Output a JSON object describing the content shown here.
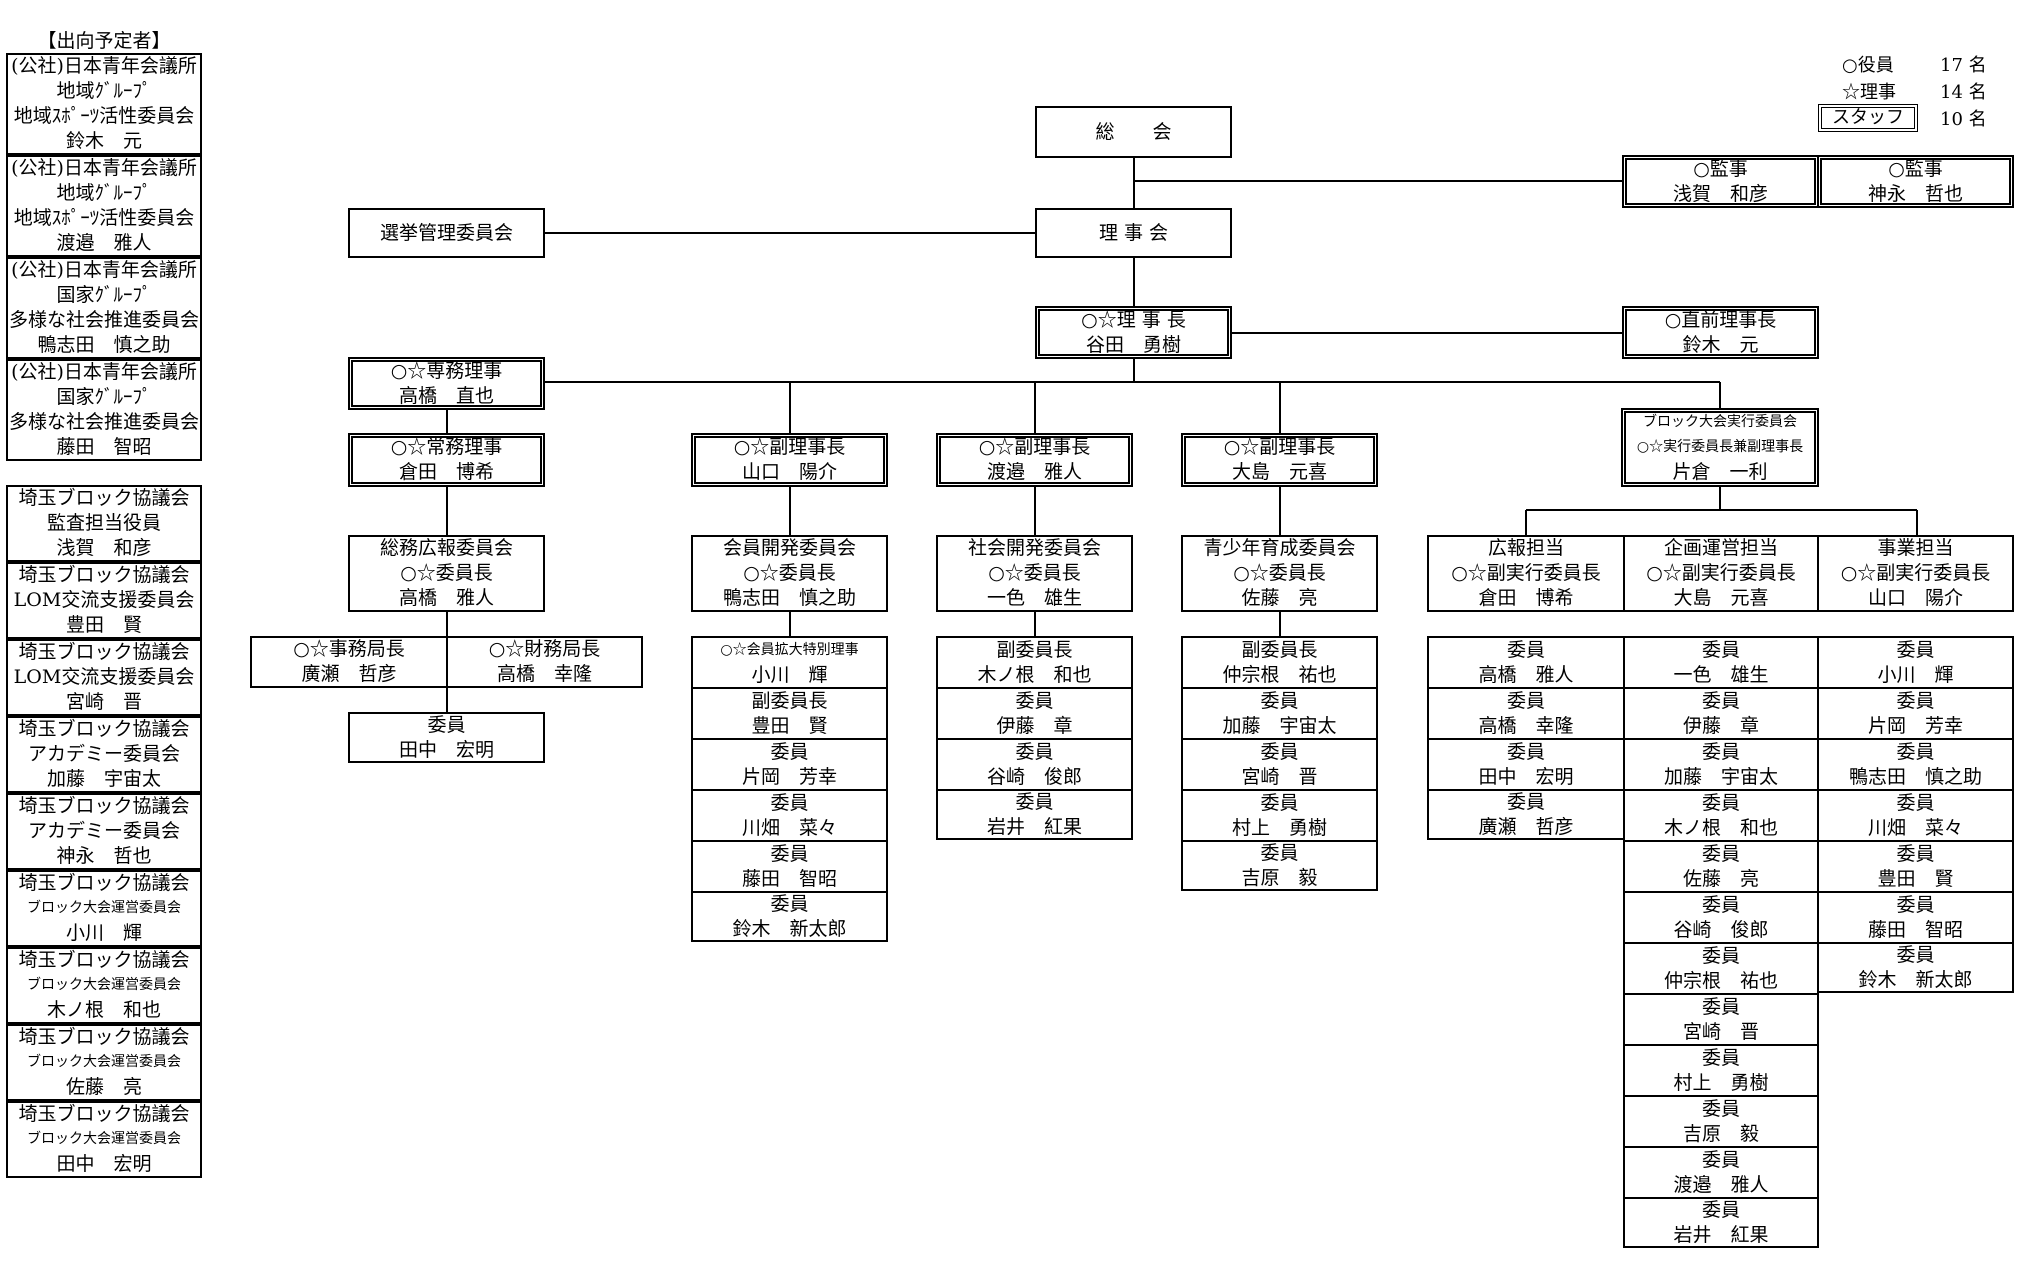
{
  "outbound": {
    "title": "【出向予定者】",
    "jc_entries": [
      {
        "org": "(公社)日本青年会議所",
        "group": "地域ｸﾞﾙｰﾌﾟ",
        "committee": "地域ｽﾎﾟｰﾂ活性委員会",
        "name": "鈴木　元"
      },
      {
        "org": "(公社)日本青年会議所",
        "group": "地域ｸﾞﾙｰﾌﾟ",
        "committee": "地域ｽﾎﾟｰﾂ活性委員会",
        "name": "渡邉　雅人"
      },
      {
        "org": "(公社)日本青年会議所",
        "group": "国家ｸﾞﾙｰﾌﾟ",
        "committee": "多様な社会推進委員会",
        "name": "鴨志田　慎之助"
      },
      {
        "org": "(公社)日本青年会議所",
        "group": "国家ｸﾞﾙｰﾌﾟ",
        "committee": "多様な社会推進委員会",
        "name": "藤田　智昭"
      }
    ],
    "block_entries": [
      {
        "org": "埼玉ブロック協議会",
        "role": "監査担当役員",
        "name": "浅賀　和彦"
      },
      {
        "org": "埼玉ブロック協議会",
        "role": "LOM交流支援委員会",
        "name": "豊田　賢"
      },
      {
        "org": "埼玉ブロック協議会",
        "role": "LOM交流支援委員会",
        "name": "宮崎　晋"
      },
      {
        "org": "埼玉ブロック協議会",
        "role": "アカデミー委員会",
        "name": "加藤　宇宙太"
      },
      {
        "org": "埼玉ブロック協議会",
        "role": "アカデミー委員会",
        "name": "神永　哲也"
      },
      {
        "org": "埼玉ブロック協議会",
        "role": "ブロック大会運営委員会",
        "name": "小川　輝"
      },
      {
        "org": "埼玉ブロック協議会",
        "role": "ブロック大会運営委員会",
        "name": "木ノ根　和也"
      },
      {
        "org": "埼玉ブロック協議会",
        "role": "ブロック大会運営委員会",
        "name": "佐藤　亮"
      },
      {
        "org": "埼玉ブロック協議会",
        "role": "ブロック大会運営委員会",
        "name": "田中　宏明"
      }
    ]
  },
  "legend": {
    "officers": {
      "label": "○役員",
      "count": "17 名"
    },
    "directors": {
      "label": "☆理事",
      "count": "14 名"
    },
    "staff": {
      "label": "スタッフ",
      "count": "10 名"
    }
  },
  "nodes": {
    "general_assembly": "総　　会",
    "election_committee": "選挙管理委員会",
    "board": "理 事 会",
    "auditor1": {
      "title": "○監事",
      "name": "浅賀　和彦"
    },
    "auditor2": {
      "title": "○監事",
      "name": "神永　哲也"
    },
    "president": {
      "title": "○☆理 事 長",
      "name": "谷田　勇樹"
    },
    "past_president": {
      "title": "○直前理事長",
      "name": "鈴木　元"
    },
    "executive_director": {
      "title": "○☆専務理事",
      "name": "高橋　直也"
    },
    "managing_director": {
      "title": "○☆常務理事",
      "name": "倉田　博希"
    },
    "vp1": {
      "title": "○☆副理事長",
      "name": "山口　陽介"
    },
    "vp2": {
      "title": "○☆副理事長",
      "name": "渡邉　雅人"
    },
    "vp3": {
      "title": "○☆副理事長",
      "name": "大島　元喜"
    },
    "block_exec": {
      "line1": "ブロック大会実行委員会",
      "line2": "○☆実行委員長兼副理事長",
      "name": "片倉　一利"
    }
  },
  "committees": {
    "general_affairs": {
      "name": "総務広報委員会",
      "role": "○☆委員長",
      "chair": "高橋　雅人"
    },
    "member_dev": {
      "name": "会員開発委員会",
      "role": "○☆委員長",
      "chair": "鴨志田　慎之助"
    },
    "social_dev": {
      "name": "社会開発委員会",
      "role": "○☆委員長",
      "chair": "一色　雄生"
    },
    "youth_dev": {
      "name": "青少年育成委員会",
      "role": "○☆委員長",
      "chair": "佐藤　亮"
    }
  },
  "sub_leads": {
    "pr": {
      "name": "広報担当",
      "role": "○☆副実行委員長",
      "person": "倉田　博希"
    },
    "planning": {
      "name": "企画運営担当",
      "role": "○☆副実行委員長",
      "person": "大島　元喜"
    },
    "business": {
      "name": "事業担当",
      "role": "○☆副実行委員長",
      "person": "山口　陽介"
    }
  },
  "bureau": {
    "secretary": {
      "title": "○☆事務局長",
      "name": "廣瀬　哲彦"
    },
    "treasurer": {
      "title": "○☆財務局長",
      "name": "高橋　幸隆"
    }
  },
  "members": {
    "general_affairs": [
      {
        "role": "委員",
        "name": "田中　宏明"
      }
    ],
    "member_dev": [
      {
        "role": "○☆会員拡大特別理事",
        "name": "小川　輝"
      },
      {
        "role": "副委員長",
        "name": "豊田　賢"
      },
      {
        "role": "委員",
        "name": "片岡　芳幸"
      },
      {
        "role": "委員",
        "name": "川畑　菜々"
      },
      {
        "role": "委員",
        "name": "藤田　智昭"
      },
      {
        "role": "委員",
        "name": "鈴木　新太郎"
      }
    ],
    "social_dev": [
      {
        "role": "副委員長",
        "name": "木ノ根　和也"
      },
      {
        "role": "委員",
        "name": "伊藤　章"
      },
      {
        "role": "委員",
        "name": "谷崎　俊郎"
      },
      {
        "role": "委員",
        "name": "岩井　紅果"
      }
    ],
    "youth_dev": [
      {
        "role": "副委員長",
        "name": "仲宗根　祐也"
      },
      {
        "role": "委員",
        "name": "加藤　宇宙太"
      },
      {
        "role": "委員",
        "name": "宮崎　晋"
      },
      {
        "role": "委員",
        "name": "村上　勇樹"
      },
      {
        "role": "委員",
        "name": "吉原　毅"
      }
    ],
    "pr": [
      {
        "role": "委員",
        "name": "高橋　雅人"
      },
      {
        "role": "委員",
        "name": "高橋　幸隆"
      },
      {
        "role": "委員",
        "name": "田中　宏明"
      },
      {
        "role": "委員",
        "name": "廣瀬　哲彦"
      }
    ],
    "planning": [
      {
        "role": "委員",
        "name": "一色　雄生"
      },
      {
        "role": "委員",
        "name": "伊藤　章"
      },
      {
        "role": "委員",
        "name": "加藤　宇宙太"
      },
      {
        "role": "委員",
        "name": "木ノ根　和也"
      },
      {
        "role": "委員",
        "name": "佐藤　亮"
      },
      {
        "role": "委員",
        "name": "谷崎　俊郎"
      },
      {
        "role": "委員",
        "name": "仲宗根　祐也"
      },
      {
        "role": "委員",
        "name": "宮崎　晋"
      },
      {
        "role": "委員",
        "name": "村上　勇樹"
      },
      {
        "role": "委員",
        "name": "吉原　毅"
      },
      {
        "role": "委員",
        "name": "渡邉　雅人"
      },
      {
        "role": "委員",
        "name": "岩井　紅果"
      }
    ],
    "business": [
      {
        "role": "委員",
        "name": "小川　輝"
      },
      {
        "role": "委員",
        "name": "片岡　芳幸"
      },
      {
        "role": "委員",
        "name": "鴨志田　慎之助"
      },
      {
        "role": "委員",
        "name": "川畑　菜々"
      },
      {
        "role": "委員",
        "name": "豊田　賢"
      },
      {
        "role": "委員",
        "name": "藤田　智昭"
      },
      {
        "role": "委員",
        "name": "鈴木　新太郎"
      }
    ]
  }
}
